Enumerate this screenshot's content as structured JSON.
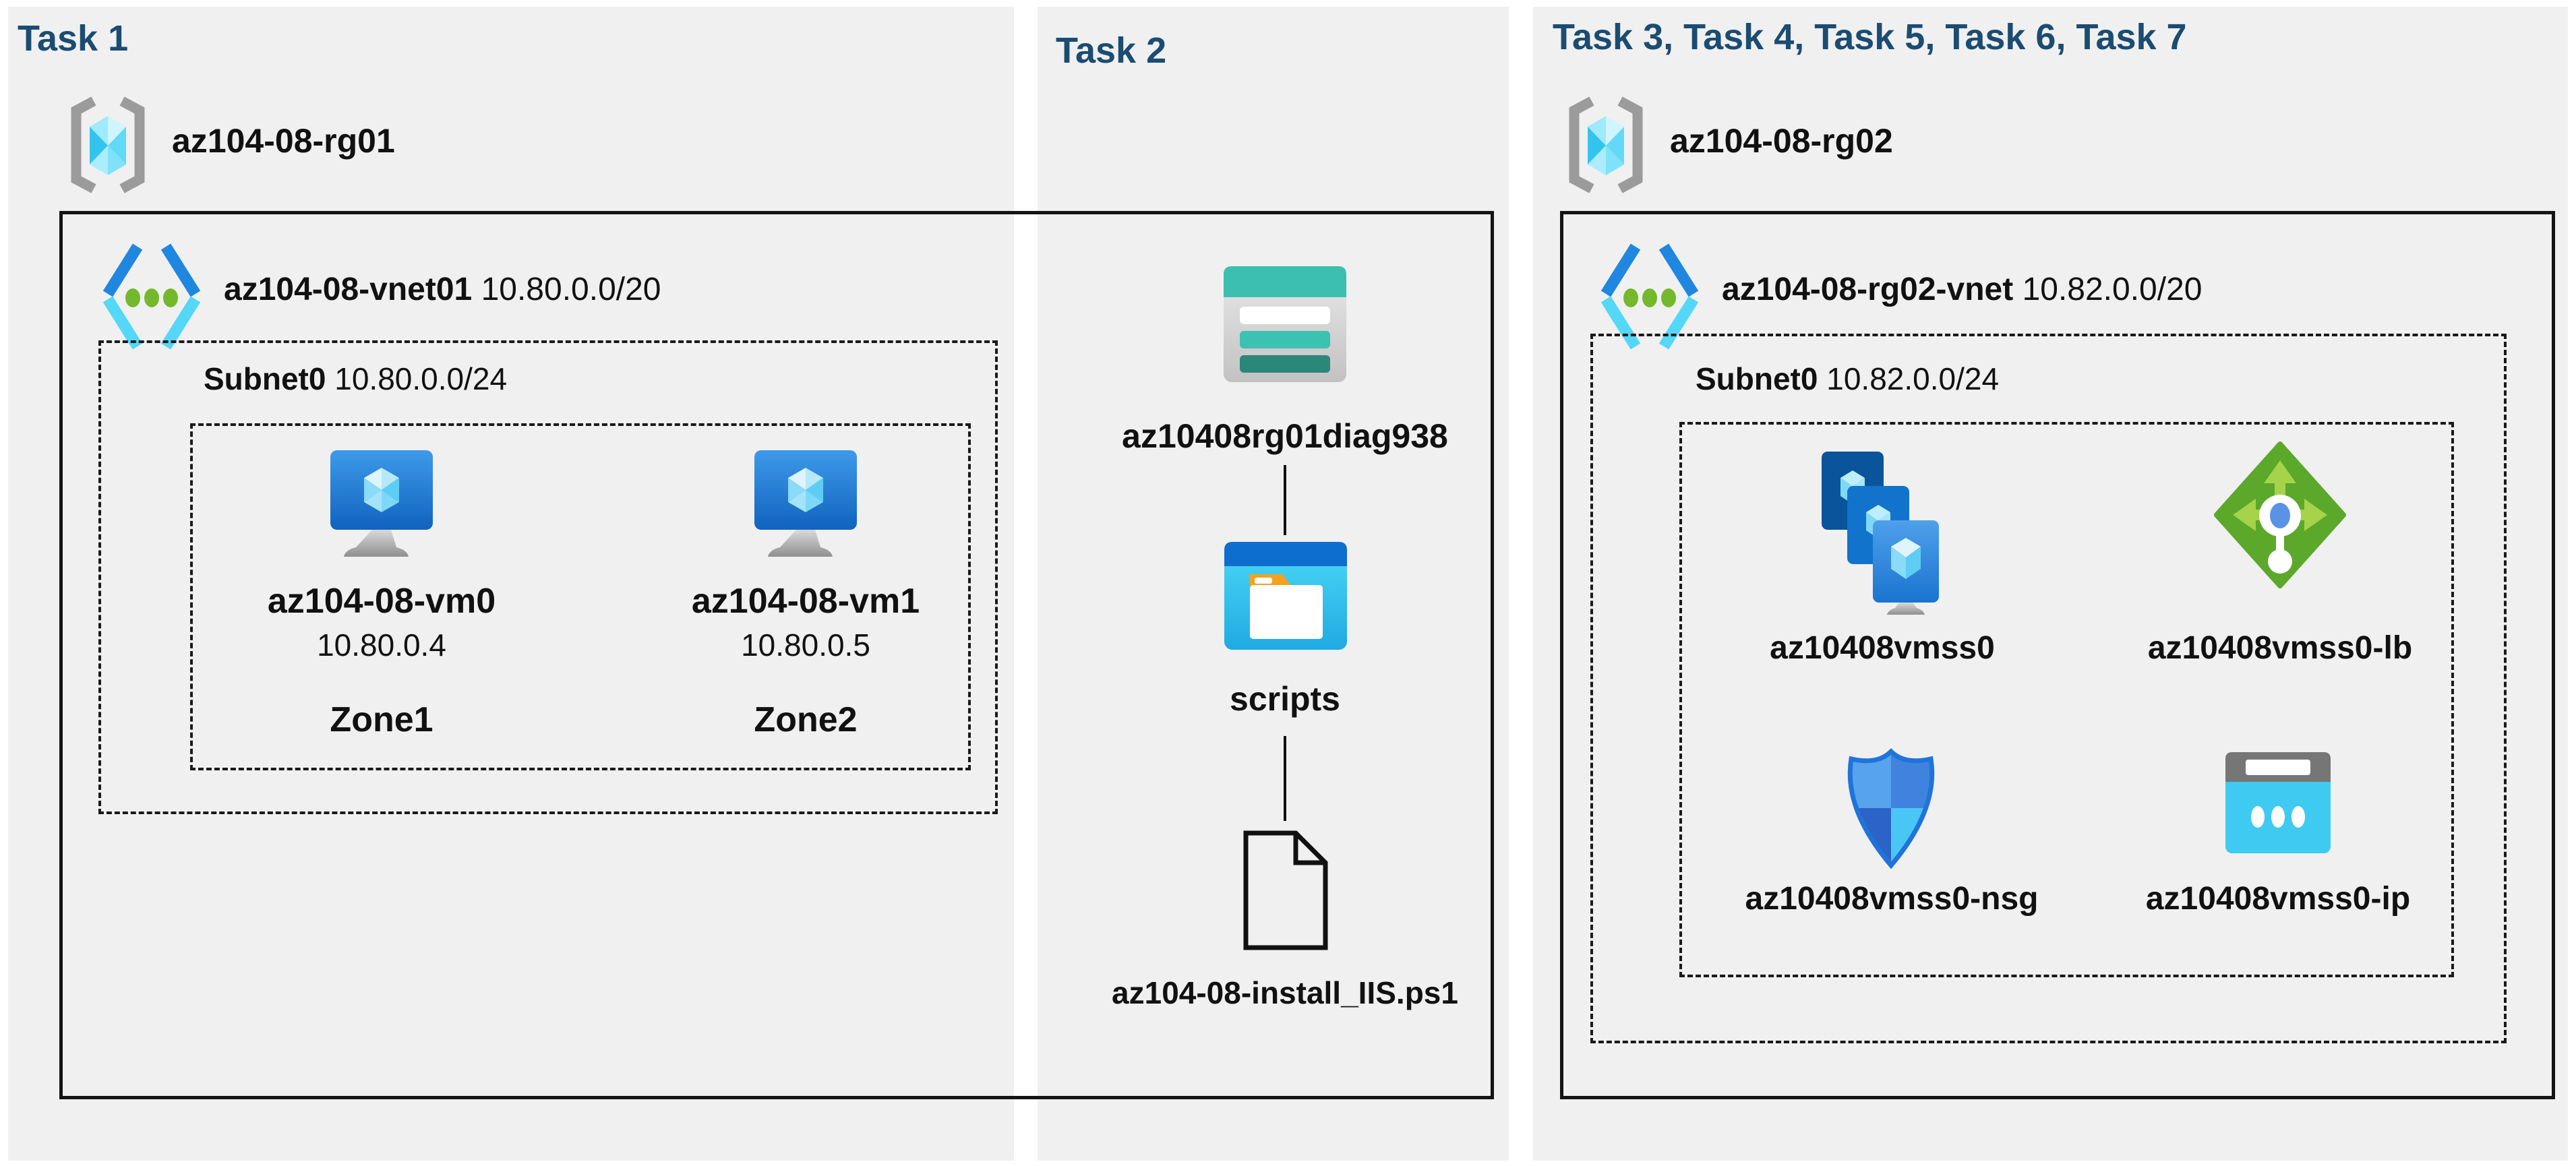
{
  "colors": {
    "heading": "#1B4C72",
    "panel_background": "#F0F0F0",
    "outline": "#141414",
    "azure_blue": "#1B76D0",
    "azure_cyan": "#50D7F8",
    "azure_green": "#5BA82B",
    "azure_teal": "#3CBFB0"
  },
  "panels": [
    {
      "title": "Task 1",
      "resource_group": "az104-08-rg01",
      "vnet": {
        "name": "az104-08-vnet01",
        "cidr": "10.80.0.0/20"
      },
      "subnet": {
        "name": "Subnet0",
        "cidr": "10.80.0.0/24"
      },
      "vms": [
        {
          "name": "az104-08-vm0",
          "ip": "10.80.0.4",
          "zone": "Zone1"
        },
        {
          "name": "az104-08-vm1",
          "ip": "10.80.0.5",
          "zone": "Zone2"
        }
      ]
    },
    {
      "title": "Task 2",
      "storage_account": "az10408rg01diag938",
      "folder": "scripts",
      "script_file": "az104-08-install_IIS.ps1"
    },
    {
      "title": "Task 3, Task 4, Task 5, Task 6, Task 7",
      "resource_group": "az104-08-rg02",
      "vnet": {
        "name": "az104-08-rg02-vnet",
        "cidr": "10.82.0.0/20"
      },
      "subnet": {
        "name": "Subnet0",
        "cidr": "10.82.0.0/24"
      },
      "resources": [
        {
          "label": "az10408vmss0",
          "type": "vm-scale-set"
        },
        {
          "label": "az10408vmss0-lb",
          "type": "load-balancer"
        },
        {
          "label": "az10408vmss0-nsg",
          "type": "network-security-group"
        },
        {
          "label": "az10408vmss0-ip",
          "type": "public-ip"
        }
      ]
    }
  ]
}
